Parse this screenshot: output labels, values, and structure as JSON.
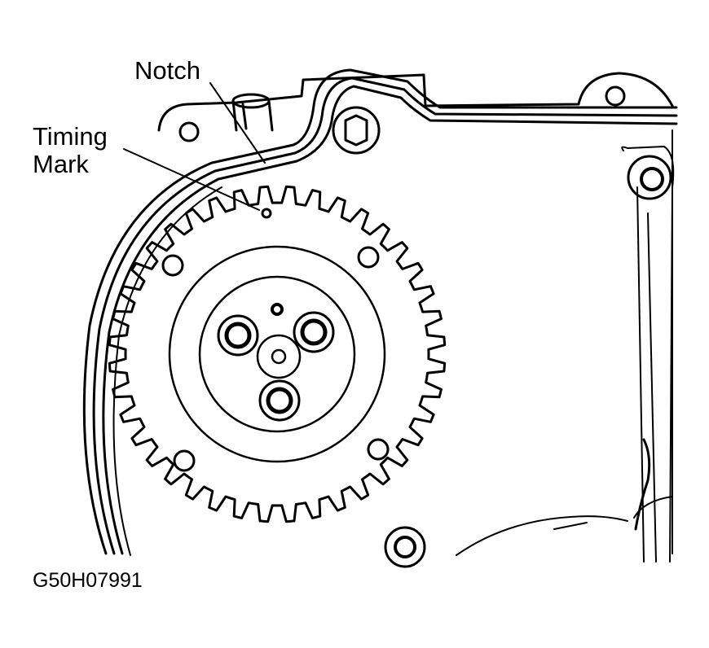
{
  "labels": {
    "notch": "Notch",
    "timing_line1": "Timing",
    "timing_line2": "Mark",
    "figure_code": "G50H07991"
  },
  "colors": {
    "ink": "#000000",
    "paper": "#ffffff"
  },
  "gear": {
    "tooth_count": 40
  }
}
